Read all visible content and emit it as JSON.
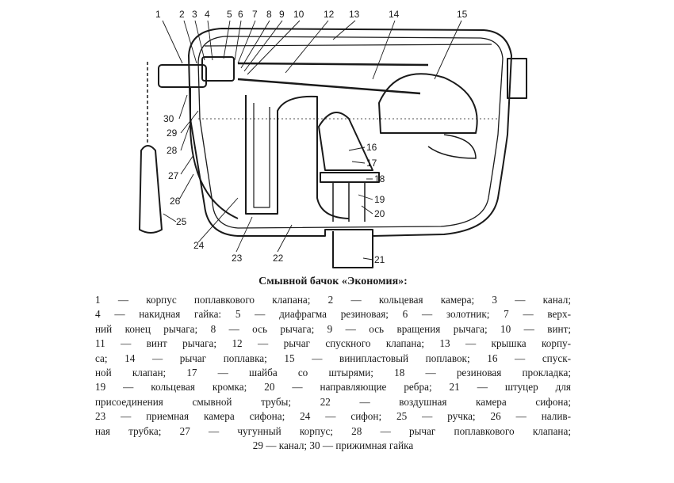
{
  "caption": {
    "title": "Смывной бачок «Экономия»:",
    "lines": [
      "1 — корпус поплавкового клапана; 2 — кольцевая камера; 3 — канал;",
      "4 — накидная гайка: 5 — диафрагма резиновая; 6 — золотник; 7 — верх-",
      "ний конец рычага; 8 — ось рычага; 9 — ось вращения рычага; 10 — винт;",
      "11 — винт рычага; 12 — рычаг спускного клапана; 13 — крышка корпу-",
      "са; 14 — рычаг поплавка; 15 — винипластовый поплавок; 16 — спуск-",
      "ной клапан; 17 — шайба со штырями; 18 — резиновая прокладка;",
      "19 — кольцевая кромка; 20 — направляющие ребра; 21 — штуцер для",
      "присоединения смывной трубы; 22 — воздушная камера сифона;",
      "23 — приемная камера сифона; 24 — сифон; 25 — ручка; 26 — налив-",
      "ная трубка; 27 — чугунный корпус; 28 — рычаг поплавкового клапана;",
      "29 — канал; 30 — прижимная гайка"
    ]
  },
  "diagram": {
    "labels": [
      "1",
      "2",
      "3",
      "4",
      "5",
      "6",
      "7",
      "8",
      "9",
      "10",
      "12",
      "13",
      "14",
      "15",
      "16",
      "17",
      "18",
      "19",
      "20",
      "21",
      "22",
      "23",
      "24",
      "25",
      "26",
      "27",
      "28",
      "29",
      "30"
    ]
  }
}
